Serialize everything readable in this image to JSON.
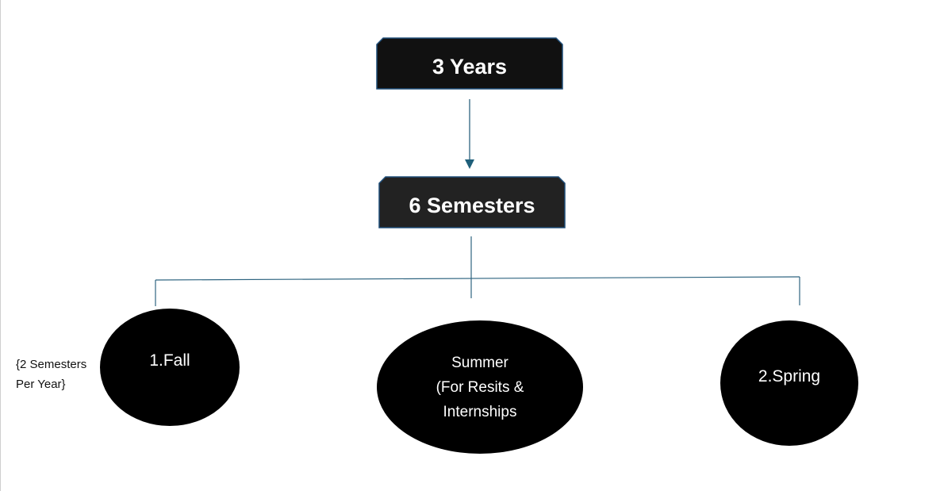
{
  "diagram": {
    "root": {
      "label": "3 Years"
    },
    "semesters": {
      "label": "6 Semesters"
    },
    "nodes": [
      {
        "id": "fall",
        "label": "1.Fall"
      },
      {
        "id": "summer",
        "lines": [
          "Summer",
          "(For Resits &",
          "Internships"
        ]
      },
      {
        "id": "spring",
        "label": "2.Spring"
      }
    ],
    "note": {
      "lines": [
        "{2 Semesters",
        "Per Year}"
      ]
    },
    "colors": {
      "box_fill": "#111111",
      "box2_fill": "#222222",
      "box_stroke": "#1f4e79",
      "connector": "#2e6480",
      "node_fill": "#000000",
      "node_text": "#ffffff"
    }
  }
}
